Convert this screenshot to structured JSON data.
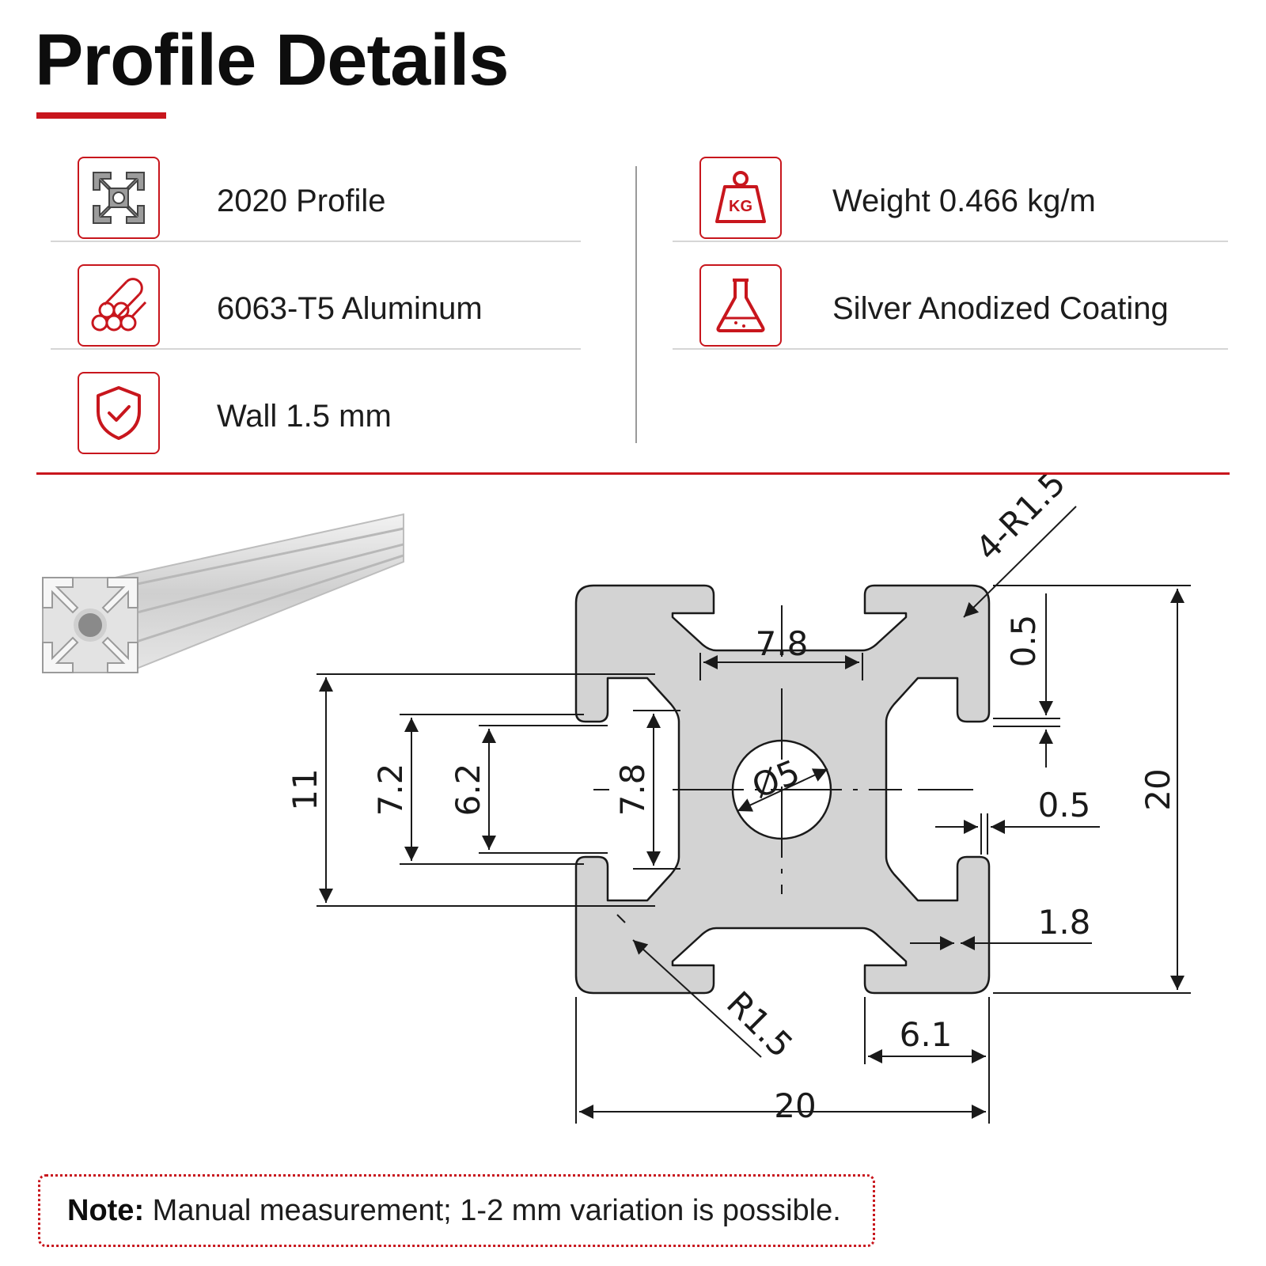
{
  "header": {
    "title": "Profile Details"
  },
  "specs": {
    "left": [
      {
        "icon": "profile-cross-section-icon",
        "label": "2020 Profile"
      },
      {
        "icon": "aluminum-rods-icon",
        "label": "6063-T5 Aluminum"
      },
      {
        "icon": "shield-check-icon",
        "label": "Wall 1.5 mm"
      }
    ],
    "right": [
      {
        "icon": "kg-weight-icon",
        "label": "Weight 0.466 kg/m"
      },
      {
        "icon": "flask-icon",
        "label": "Silver Anodized Coating"
      }
    ]
  },
  "drawing": {
    "corner_radius": "4-R1.5",
    "inner_radius": "R1.5",
    "bore_diameter": "Ø5",
    "dims": {
      "width": "20",
      "height": "20",
      "slot_top_width": "7.8",
      "core_height": "7.8",
      "slot_outer": "7.2",
      "slot_inner": "6.2",
      "slot_depth": "11",
      "lip_thickness": "0.5",
      "lip_gap": "0.5",
      "wall": "1.8",
      "flange": "6.1"
    }
  },
  "icon_kg_text": "KG",
  "note": {
    "label": "Note:",
    "text": "Manual measurement; 1-2 mm variation is possible."
  },
  "colors": {
    "accent": "#c8161d",
    "profile_fill": "#d3d3d3",
    "line": "#1a1a1a"
  }
}
